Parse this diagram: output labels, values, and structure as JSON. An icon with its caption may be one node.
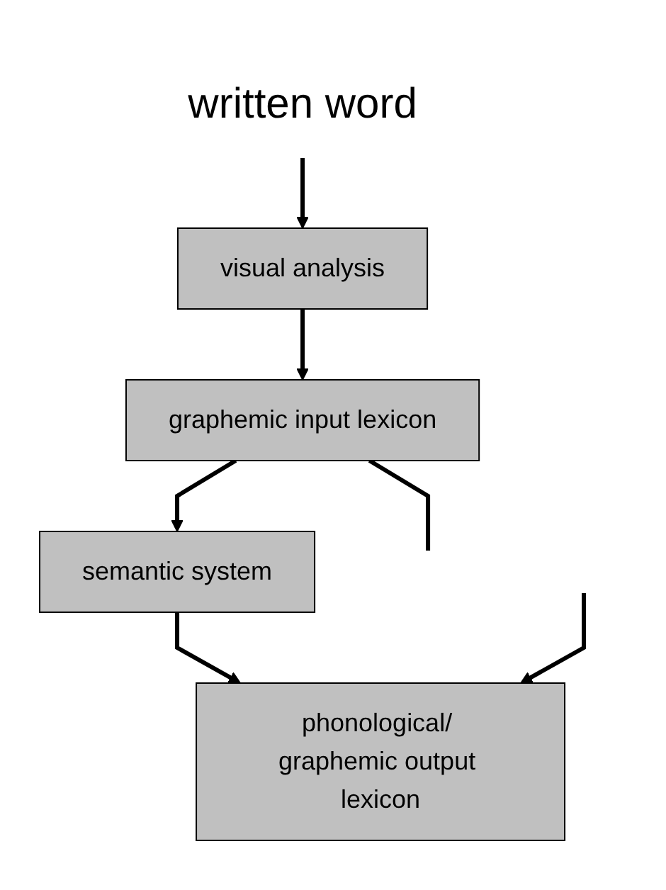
{
  "diagram": {
    "nodes": [
      {
        "text": [
          "written word"
        ]
      },
      {
        "text": [
          "visual analysis"
        ]
      },
      {
        "text": [
          "graphemic input lexicon"
        ]
      },
      {
        "text": [
          "semantic system"
        ]
      },
      {
        "text": [
          "phonological/ graphemic output lexicon"
        ]
      }
    ],
    "edges": [
      {
        "from": 0,
        "to": 1,
        "arrow": "to"
      },
      {
        "from": 1,
        "to": 2,
        "arrow": "to"
      },
      {
        "from": 2,
        "to": 3,
        "arrow": "to"
      },
      {
        "from": 3,
        "to": 4,
        "arrow": "to"
      },
      {
        "from": 2,
        "to": null,
        "arrow": "none"
      },
      {
        "from": null,
        "to": 4,
        "arrow": "to"
      }
    ]
  }
}
